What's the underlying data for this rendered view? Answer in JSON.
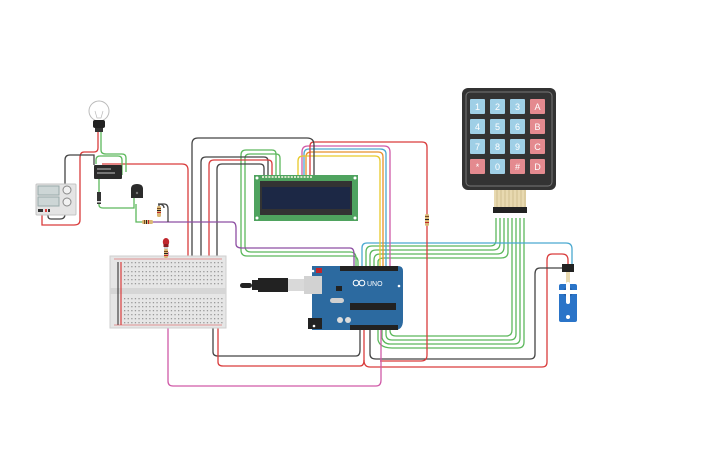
{
  "canvas": {
    "background": "#ffffff"
  },
  "components": {
    "keypad": {
      "type": "4x4 keypad",
      "keys": [
        [
          "1",
          "2",
          "3",
          "A"
        ],
        [
          "4",
          "5",
          "6",
          "B"
        ],
        [
          "7",
          "8",
          "9",
          "C"
        ],
        [
          "*",
          "0",
          "#",
          "D"
        ]
      ],
      "colors": {
        "digit": "#9fcfe6",
        "special": "#e48a8f",
        "body": "#333333"
      }
    },
    "arduino": {
      "type": "Arduino Uno",
      "label": "UNO",
      "color": "#2c6aa0"
    },
    "lcd": {
      "type": "LCD 16x2",
      "board_color": "#4fa35f",
      "screen_color": "#1c2845"
    },
    "breadboard": {
      "type": "Breadboard small"
    },
    "servo": {
      "type": "Micro servo",
      "color": "#2a74c8"
    },
    "bulb": {
      "type": "Light bulb"
    },
    "relay": {
      "type": "Relay SPDT"
    },
    "power_supply": {
      "type": "DC power supply"
    },
    "transistor": {
      "type": "NPN transistor"
    },
    "diode": {
      "type": "Diode"
    },
    "led": {
      "type": "LED",
      "color": "#c0272d"
    },
    "resistors": {
      "count": 4
    }
  },
  "wire_colors": {
    "red": "#d93c3c",
    "black": "#444444",
    "green": "#5cb85c",
    "purple": "#8e4fa3",
    "pink": "#d05aa8",
    "yellow": "#e8c92a",
    "orange": "#e8902a",
    "cyan": "#4aa9d0"
  }
}
